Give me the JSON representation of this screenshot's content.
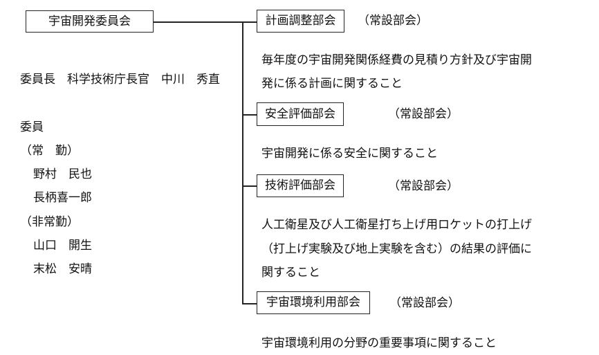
{
  "committee": {
    "name": "宇宙開発委員会",
    "chair": "委員長　科学技術庁長官　中川　秀直",
    "members_label": "委員",
    "fulltime_label": "（常　勤）",
    "fulltime": [
      "野村　民也",
      "長柄喜一郎"
    ],
    "parttime_label": "（非常勤）",
    "parttime": [
      "山口　開生",
      "末松　安晴"
    ]
  },
  "subcommittees": [
    {
      "name": "計画調整部会",
      "type": "（常設部会）",
      "description": [
        "毎年度の宇宙開発関係経費の見積り方針及び宇宙開",
        "発に係る計画に関すること"
      ]
    },
    {
      "name": "安全評価部会",
      "type": "（常設部会）",
      "description": [
        "宇宙開発に係る安全に関すること"
      ]
    },
    {
      "name": "技術評価部会",
      "type": "（常設部会）",
      "description": [
        "人工衛星及び人工衛星打ち上げ用ロケットの打上げ",
        "（打上げ実験及び地上実験を含む）の結果の評価に",
        "関すること"
      ]
    },
    {
      "name": "宇宙環境利用部会",
      "type": "（常設部会）",
      "description": [
        "宇宙環境利用の分野の重要事項に関すること"
      ]
    }
  ]
}
